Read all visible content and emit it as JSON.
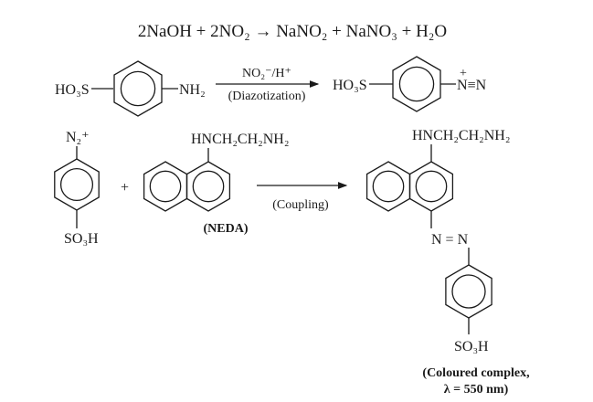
{
  "equation": "2NaOH + 2NO₂ → NaNO₂ + NaNO₃ + H₂O",
  "diazotization": {
    "reactant_left": "HO₃S",
    "reactant_right": "NH₂",
    "reagent": "NO₂⁻/H⁺",
    "step_label": "(Diazotization)",
    "product_left": "HO₃S",
    "product_right": "N≡N",
    "product_charge": "+"
  },
  "coupling": {
    "diazonium_top": "N₂⁺",
    "diazonium_bottom": "SO₃H",
    "plus": "+",
    "neda_substituent": "HNCH₂CH₂NH₂",
    "neda_label": "(NEDA)",
    "step_label": "(Coupling)",
    "product_substituent": "HNCH₂CH₂NH₂",
    "azo": "N = N",
    "product_bottom": "SO₃H",
    "caption_line1": "(Coloured complex,",
    "caption_line2": "λ = 550 nm)"
  }
}
